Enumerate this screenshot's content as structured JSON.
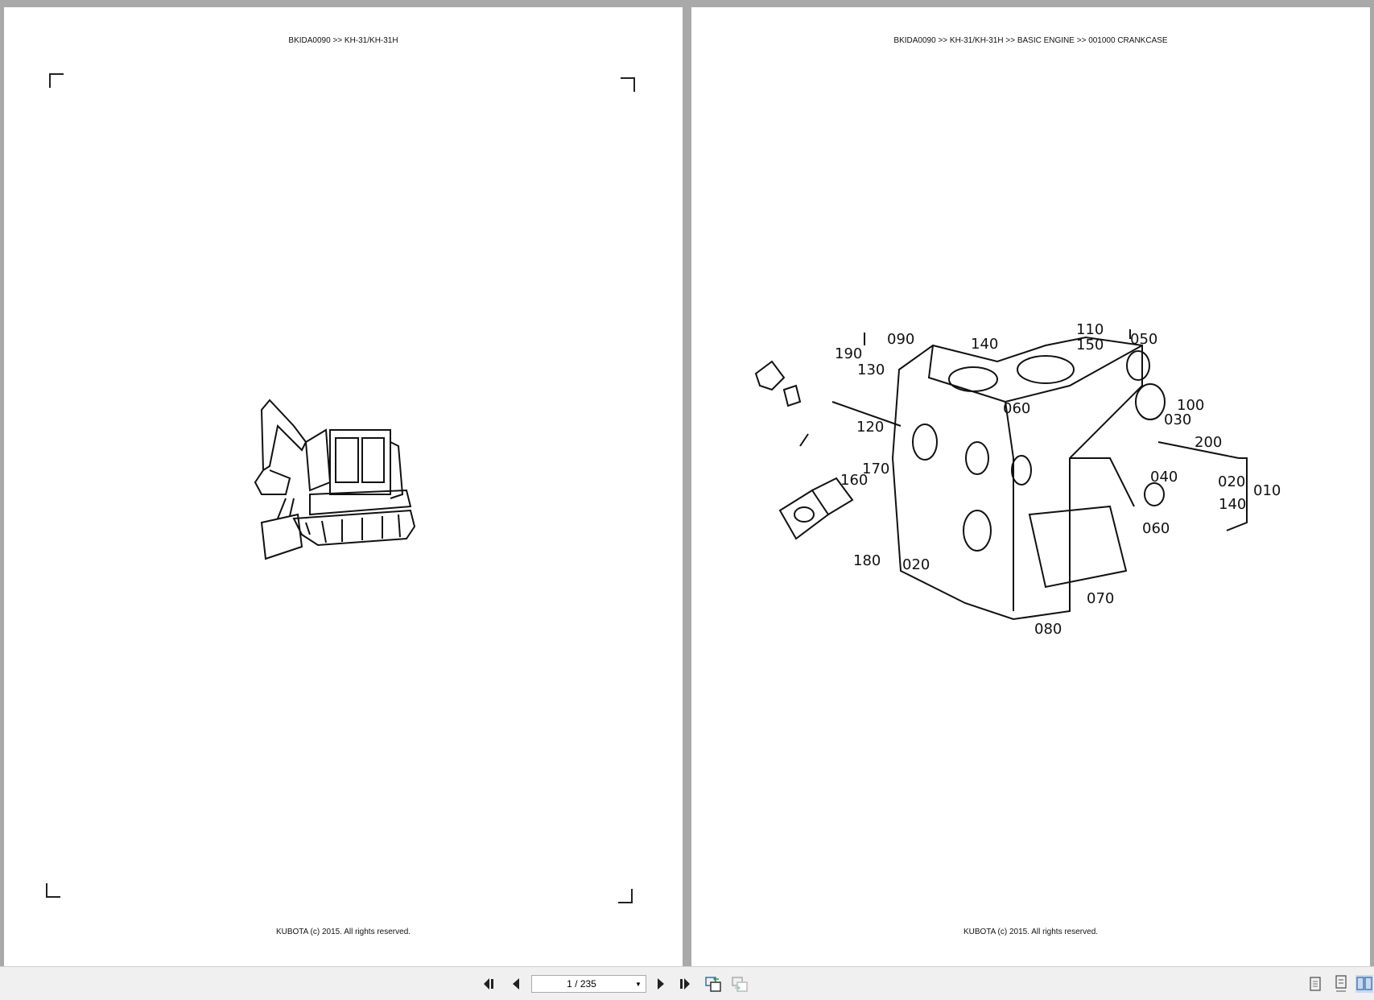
{
  "pages": [
    {
      "header": "BKIDA0090 >> KH-31/KH-31H",
      "footer": "KUBOTA (c) 2015. All rights reserved.",
      "illustration": "mini-excavator"
    },
    {
      "header": "BKIDA0090 >> KH-31/KH-31H >> BASIC ENGINE >> 001000   CRANKCASE",
      "footer": "KUBOTA (c) 2015. All rights reserved.",
      "illustration": "crankcase-exploded-view",
      "part_labels": [
        "090",
        "110",
        "150",
        "050",
        "140",
        "190",
        "130",
        "060",
        "100",
        "030",
        "120",
        "200",
        "170",
        "160",
        "040",
        "020",
        "010",
        "140",
        "060",
        "180",
        "020",
        "070",
        "080"
      ]
    }
  ],
  "toolbar": {
    "page_indicator": "1 / 235",
    "icons": [
      "first-page-icon",
      "previous-page-icon",
      "next-page-icon",
      "last-page-icon",
      "go-back-view-icon",
      "go-forward-view-icon",
      "single-page-icon",
      "continuous-page-icon",
      "two-page-icon"
    ],
    "active_view": "two-page",
    "accent": "#c9d9f0"
  }
}
